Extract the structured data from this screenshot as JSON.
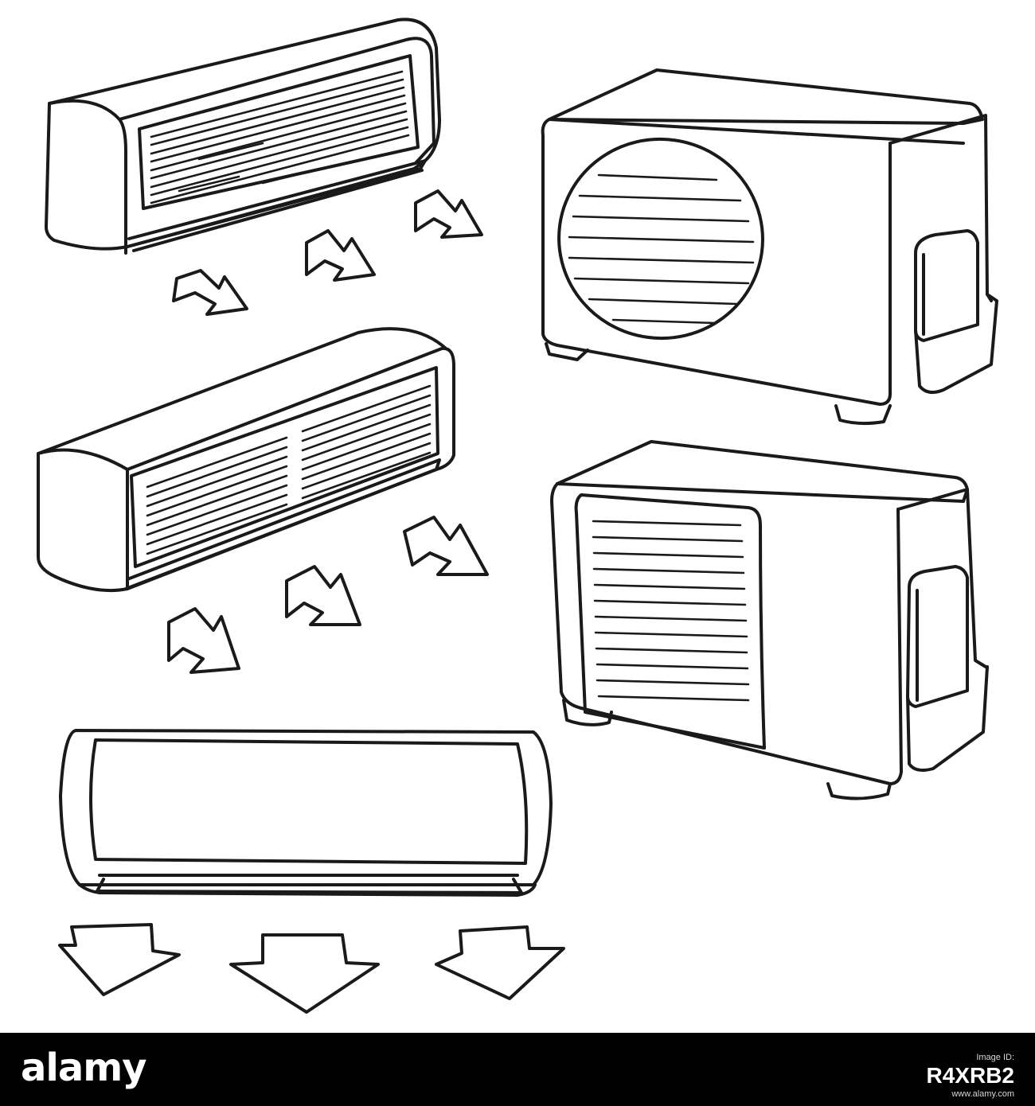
{
  "illustration": {
    "items": [
      {
        "name": "wall-split-unit-1",
        "icon": "indoor-ac-unit-icon",
        "airflow_arrows": 3
      },
      {
        "name": "wall-split-unit-2",
        "icon": "indoor-ac-unit-icon",
        "airflow_arrows": 3
      },
      {
        "name": "wall-split-unit-3",
        "icon": "indoor-ac-unit-icon",
        "airflow_arrows": 3
      },
      {
        "name": "outdoor-unit-round-fan",
        "icon": "outdoor-condenser-icon"
      },
      {
        "name": "outdoor-unit-square-grille",
        "icon": "outdoor-condenser-icon"
      }
    ],
    "line_color": "#1a1a1a",
    "background": "#ffffff"
  },
  "footer": {
    "brand": "alamy",
    "image_id_label": "Image ID:",
    "image_id": "R4XRB2",
    "url": "www.alamy.com",
    "background": "#000000"
  }
}
